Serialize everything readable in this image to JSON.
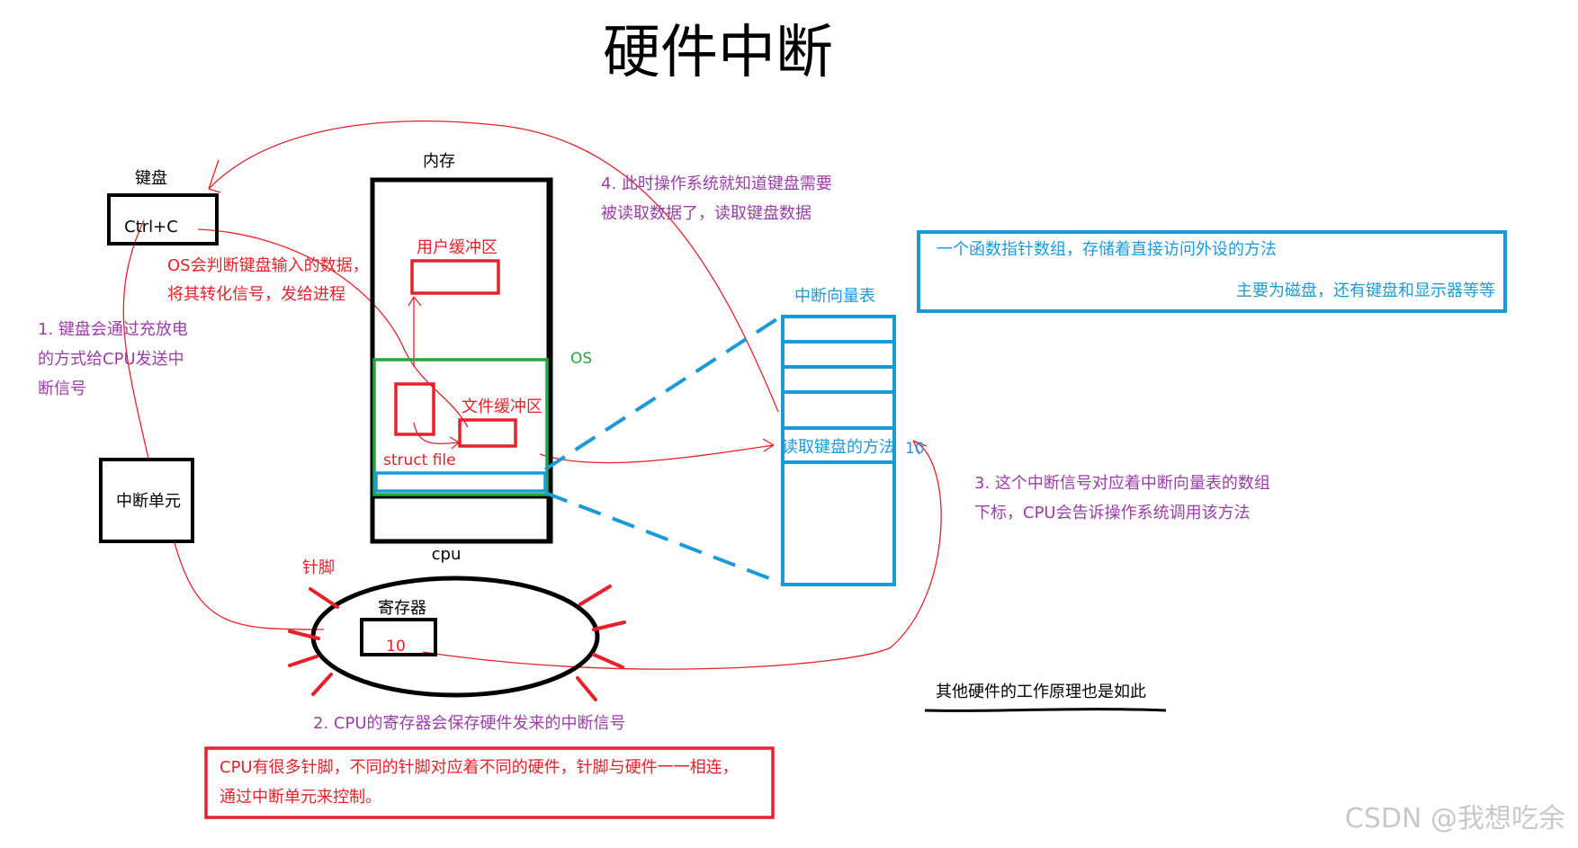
{
  "title": "硬件中断",
  "labels": {
    "keyboard": "键盘",
    "keyboard_key": "Ctrl+C",
    "memory": "内存",
    "user_buffer": "用户缓冲区",
    "os": "OS",
    "file_buffer": "文件缓冲区",
    "struct_file": "struct file",
    "cpu": "cpu",
    "register": "寄存器",
    "register_value": "10",
    "pins": "针脚",
    "interrupt_unit": "中断单元",
    "vector_table": "中断向量表",
    "read_method": "读取键盘的方法",
    "index": "10"
  },
  "notes": {
    "step1": [
      "1. 键盘会通过充放电",
      "的方式给CPU发送中",
      "断信号"
    ],
    "os_judge": [
      "OS会判断键盘输入的数据，",
      "将其转化信号，发给进程"
    ],
    "step2": "2. CPU的寄存器会保存硬件发来的中断信号",
    "step3": [
      "3. 这个中断信号对应着中断向量表的数组",
      "下标，CPU会告诉操作系统调用该方法"
    ],
    "step4": [
      "4. 此时操作系统就知道键盘需要",
      "被读取数据了，读取键盘数据"
    ],
    "vector_desc": [
      "一个函数指针数组，存储着直接访问外设的方法",
      "主要为磁盘，还有键盘和显示器等等"
    ],
    "pins_note": [
      "CPU有很多针脚，不同的针脚对应着不同的硬件，针脚与硬件一一相连，",
      "通过中断单元来控制。"
    ],
    "others": "其他硬件的工作原理也是如此"
  },
  "watermark": "CSDN @我想吃余",
  "colors": {
    "black": "#000000",
    "red": "#e8202a",
    "purple": "#9b3ea8",
    "blue": "#1a9ad8",
    "green": "#21a93f",
    "gray": "#c8c8c8"
  }
}
